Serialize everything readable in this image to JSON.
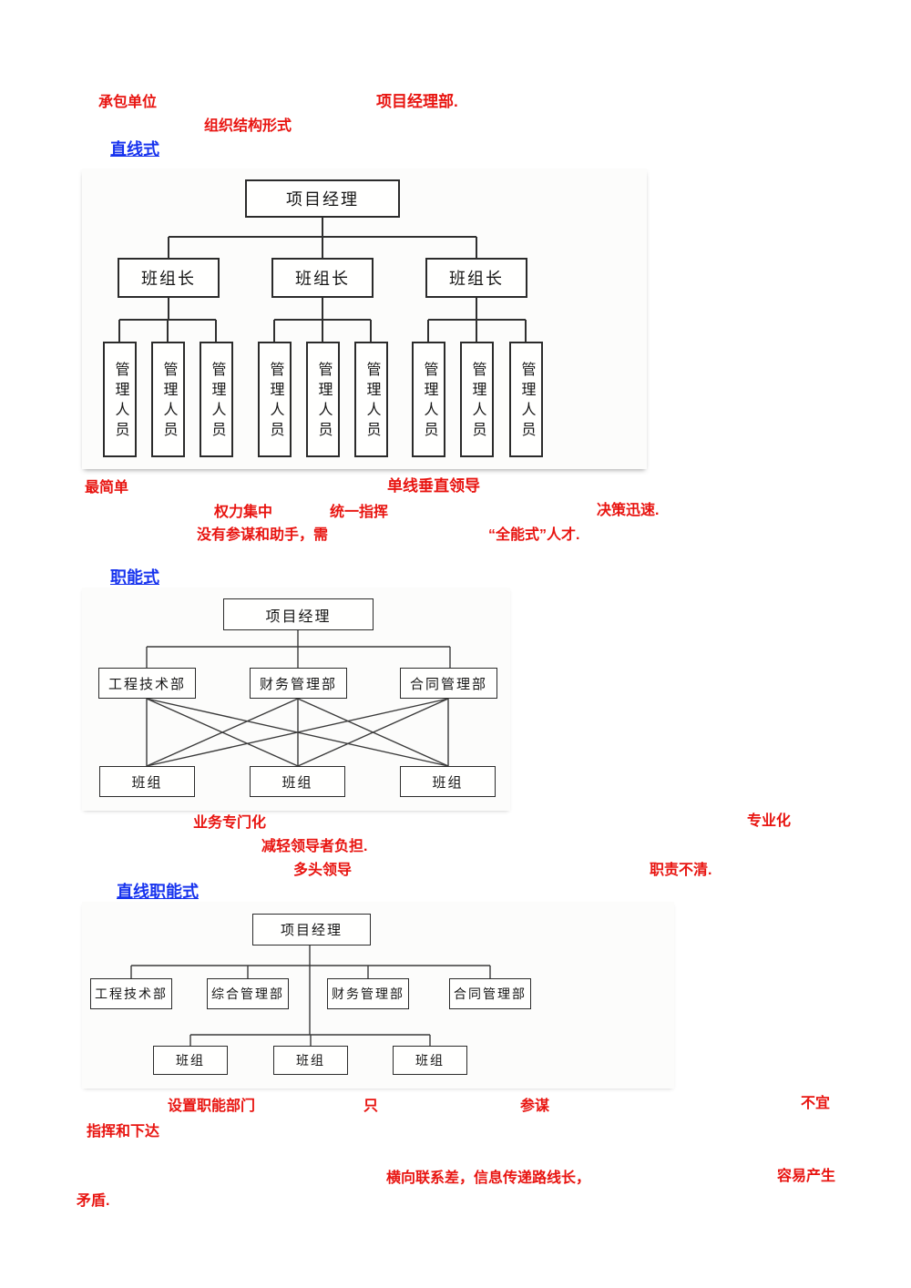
{
  "headings": {
    "linear": "直线式",
    "functional": "职能式",
    "line_functional": "直线职能式"
  },
  "notes": {
    "intro": {
      "contracting_unit": "承包单位",
      "pm_dept": "项目经理部.",
      "org_form": "组织结构形式"
    },
    "linear": {
      "simplest": "最简单",
      "single_line_leadership": "单线垂直领导",
      "power_concentrated": "权力集中",
      "unified_command": "统一指挥",
      "fast_decision": "决策迅速.",
      "no_staff_advisors": "没有参谋和助手，需",
      "all_round_talent": "“全能式”人才."
    },
    "functional": {
      "business_specialized": "业务专门化",
      "specialization": "专业化",
      "reduce_leader_burden": "减轻领导者负担.",
      "multi_head_leadership": "多头领导",
      "unclear_duties": "职责不清."
    },
    "line_functional": {
      "setup_functional_depts": "设置职能部门",
      "only": "只",
      "advisory": "参谋",
      "not_suitable": "不宜",
      "command_and_issue": "指挥和下达",
      "poor_horizontal_links": "横向联系差，信息传递路线长，",
      "easily_produces": "容易产生",
      "conflicts": "矛盾."
    }
  },
  "chart1": {
    "root": "项目经理",
    "leaders": [
      "班组长",
      "班组长",
      "班组长"
    ],
    "staff": [
      "管理人员",
      "管理人员",
      "管理人员",
      "管理人员",
      "管理人员",
      "管理人员",
      "管理人员",
      "管理人员",
      "管理人员"
    ]
  },
  "chart2": {
    "root": "项目经理",
    "departments": [
      "工程技术部",
      "财务管理部",
      "合同管理部"
    ],
    "teams": [
      "班组",
      "班组",
      "班组"
    ]
  },
  "chart3": {
    "root": "项目经理",
    "departments": [
      "工程技术部",
      "综合管理部",
      "财务管理部",
      "合同管理部"
    ],
    "teams": [
      "班组",
      "班组",
      "班组"
    ]
  }
}
